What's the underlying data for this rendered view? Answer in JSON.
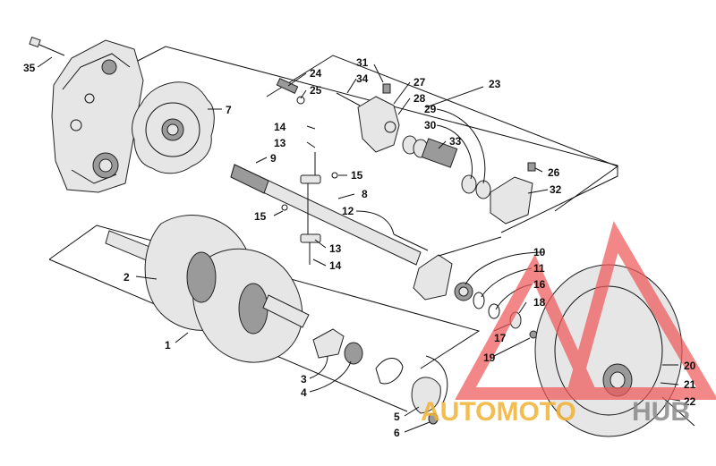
{
  "diagram": {
    "labels": [
      {
        "id": "1",
        "text": "1"
      },
      {
        "id": "2",
        "text": "2"
      },
      {
        "id": "3",
        "text": "3"
      },
      {
        "id": "4",
        "text": "4"
      },
      {
        "id": "5",
        "text": "5"
      },
      {
        "id": "6",
        "text": "6"
      },
      {
        "id": "7",
        "text": "7"
      },
      {
        "id": "8",
        "text": "8"
      },
      {
        "id": "9",
        "text": "9"
      },
      {
        "id": "10",
        "text": "10"
      },
      {
        "id": "11",
        "text": "11"
      },
      {
        "id": "12",
        "text": "12"
      },
      {
        "id": "13a",
        "text": "13"
      },
      {
        "id": "13b",
        "text": "13"
      },
      {
        "id": "14a",
        "text": "14"
      },
      {
        "id": "14b",
        "text": "14"
      },
      {
        "id": "15a",
        "text": "15"
      },
      {
        "id": "15b",
        "text": "15"
      },
      {
        "id": "16",
        "text": "16"
      },
      {
        "id": "17",
        "text": "17"
      },
      {
        "id": "18",
        "text": "18"
      },
      {
        "id": "19",
        "text": "19"
      },
      {
        "id": "20",
        "text": "20"
      },
      {
        "id": "21",
        "text": "21"
      },
      {
        "id": "22",
        "text": "22"
      },
      {
        "id": "23",
        "text": "23"
      },
      {
        "id": "24",
        "text": "24"
      },
      {
        "id": "25",
        "text": "25"
      },
      {
        "id": "26",
        "text": "26"
      },
      {
        "id": "27",
        "text": "27"
      },
      {
        "id": "28",
        "text": "28"
      },
      {
        "id": "29",
        "text": "29"
      },
      {
        "id": "30",
        "text": "30"
      },
      {
        "id": "31",
        "text": "31"
      },
      {
        "id": "32",
        "text": "32"
      },
      {
        "id": "33",
        "text": "33"
      },
      {
        "id": "34",
        "text": "34"
      },
      {
        "id": "35",
        "text": "35"
      }
    ]
  },
  "watermark": {
    "brand_left": "AUTOMOTO",
    "brand_right": "HUB",
    "color_left": "#f2b233",
    "color_right": "#8a8a8a",
    "triangle_color": "#ef5a5a"
  }
}
